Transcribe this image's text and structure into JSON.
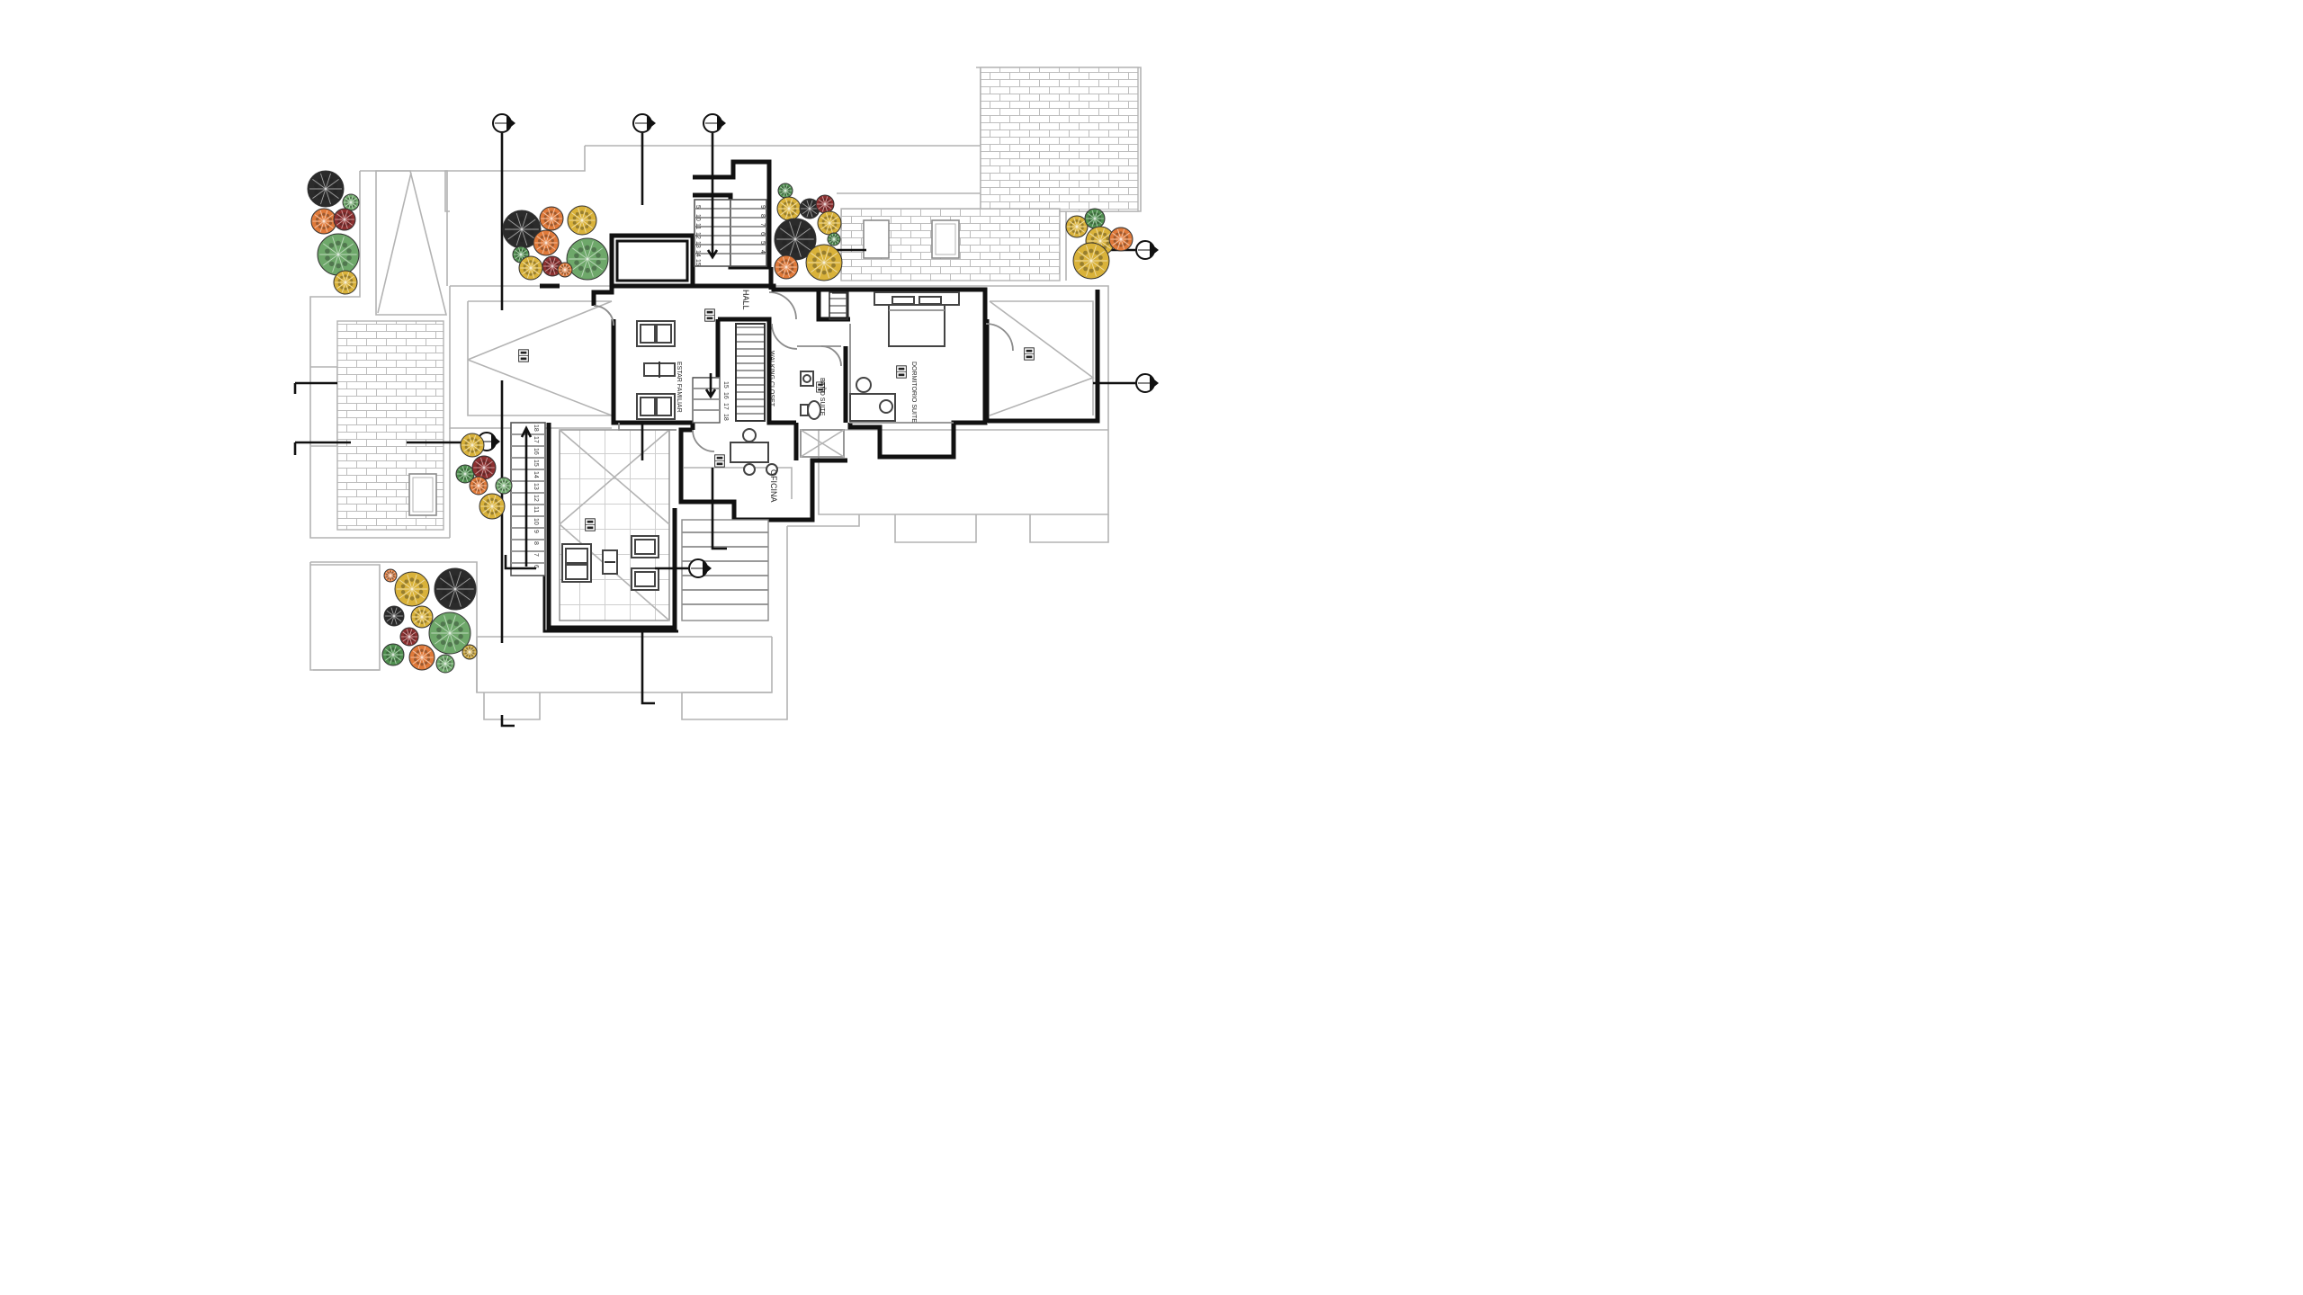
{
  "rooms": {
    "hall": "HALL",
    "estar": "ESTAR FAMILIAR",
    "walkin": "WALKING CLOSET",
    "bano": "BAÑO SUITE",
    "dormitorio": "DORMITORIO SUITE",
    "oficina": "OFICINA"
  },
  "stairs_upper": [
    "5",
    "10",
    "11",
    "12",
    "13",
    "14",
    "15"
  ],
  "stairs_upper_right": [
    "9",
    "8",
    "7",
    "6",
    "5",
    "4"
  ],
  "stairs_mid": [
    "15",
    "16",
    "17",
    "18"
  ],
  "stairs_left": [
    "18",
    "17",
    "16",
    "15",
    "14",
    "13",
    "12",
    "11",
    "10",
    "9",
    "8",
    "7",
    "6"
  ],
  "colors": {
    "wall": "#111111",
    "outline": "#b3b3b3",
    "tree_palette": [
      "#2b2b2b",
      "#e07a3a",
      "#d9b23a",
      "#6ea86a",
      "#8c2f2f",
      "#4f8f4f",
      "#c9a43a"
    ]
  },
  "icons": [
    "section-marker-icon",
    "level-tag-icon",
    "tree-icon",
    "sofa-icon",
    "bed-icon",
    "toilet-icon",
    "sink-icon",
    "desk-icon"
  ]
}
